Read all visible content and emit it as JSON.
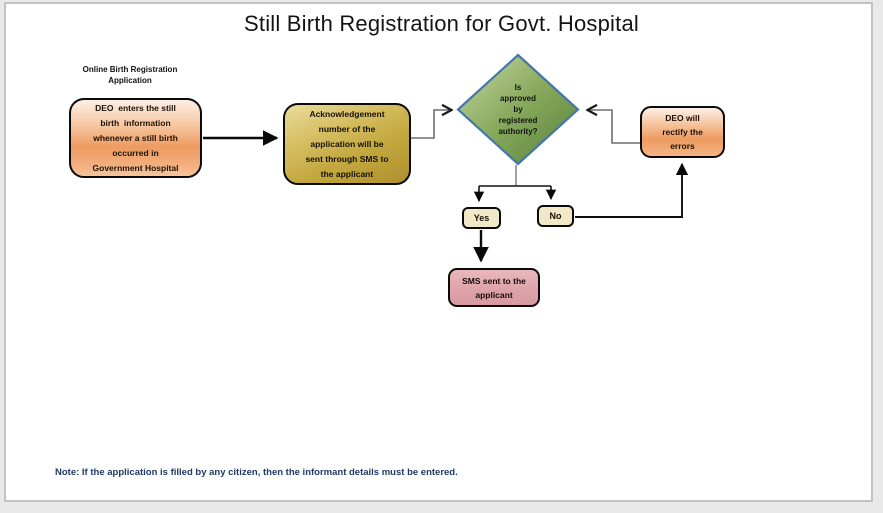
{
  "diagram": {
    "title": "Still Birth Registration for Govt. Hospital",
    "start_annotation": {
      "lines": [
        "Online Birth Registration",
        "Application"
      ]
    },
    "nodes": {
      "start": {
        "lines": [
          "DEO  enters the still",
          "birth  information",
          "whenever a still birth",
          "occurred in",
          "Government Hospital"
        ]
      },
      "acknowledgement": {
        "lines": [
          "Acknowledgement",
          "number of the",
          "application will be",
          "sent through SMS to",
          "the applicant"
        ]
      },
      "decision": {
        "lines": [
          "Is",
          "approved",
          "by",
          "registered",
          "authority?"
        ]
      },
      "rectify": {
        "lines": [
          "DEO will",
          "rectify the",
          "errors"
        ]
      },
      "yes_option": {
        "label": "Yes"
      },
      "no_option": {
        "label": "No"
      },
      "sms": {
        "lines": [
          "SMS sent to the",
          "applicant"
        ]
      }
    },
    "note": "Note: If the application is filled by any citizen, then the informant details must be entered.",
    "colors": {
      "peach_box_mid": "#ee9b5f",
      "gold_box_mid": "#c3a83f",
      "decision_green_light": "#c7d8a6",
      "decision_green_dark": "#57813b",
      "decision_border_blue": "#4576a8",
      "option_cream": "#f0e8c6",
      "sms_pink": "#dda2a9",
      "note_navy": "#1f3a68",
      "connector_gray": "#6e6e6e",
      "connector_black": "#0a0a0a"
    }
  }
}
